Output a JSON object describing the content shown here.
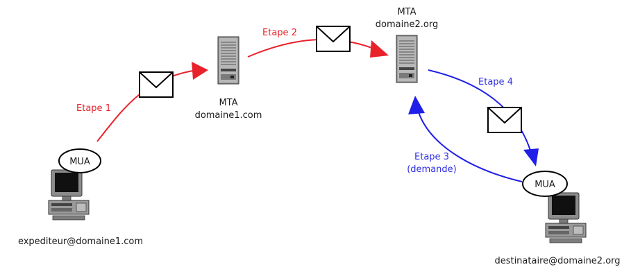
{
  "steps": {
    "step1": "Etape 1",
    "step2": "Etape 2",
    "step3_line1": "Etape 3",
    "step3_line2": "(demande)",
    "step4": "Etape 4"
  },
  "nodes": {
    "mta1": {
      "line1": "MTA",
      "line2": "domaine1.com"
    },
    "mta2": {
      "line1": "MTA",
      "line2": "domaine2.org"
    },
    "mua_sender": "MUA",
    "mua_recipient": "MUA",
    "sender_address": "expediteur@domaine1.com",
    "recipient_address": "destinataire@domaine2.org"
  },
  "colors": {
    "red": "#e8222b",
    "blue": "#1f1fe8",
    "black": "#000000"
  }
}
